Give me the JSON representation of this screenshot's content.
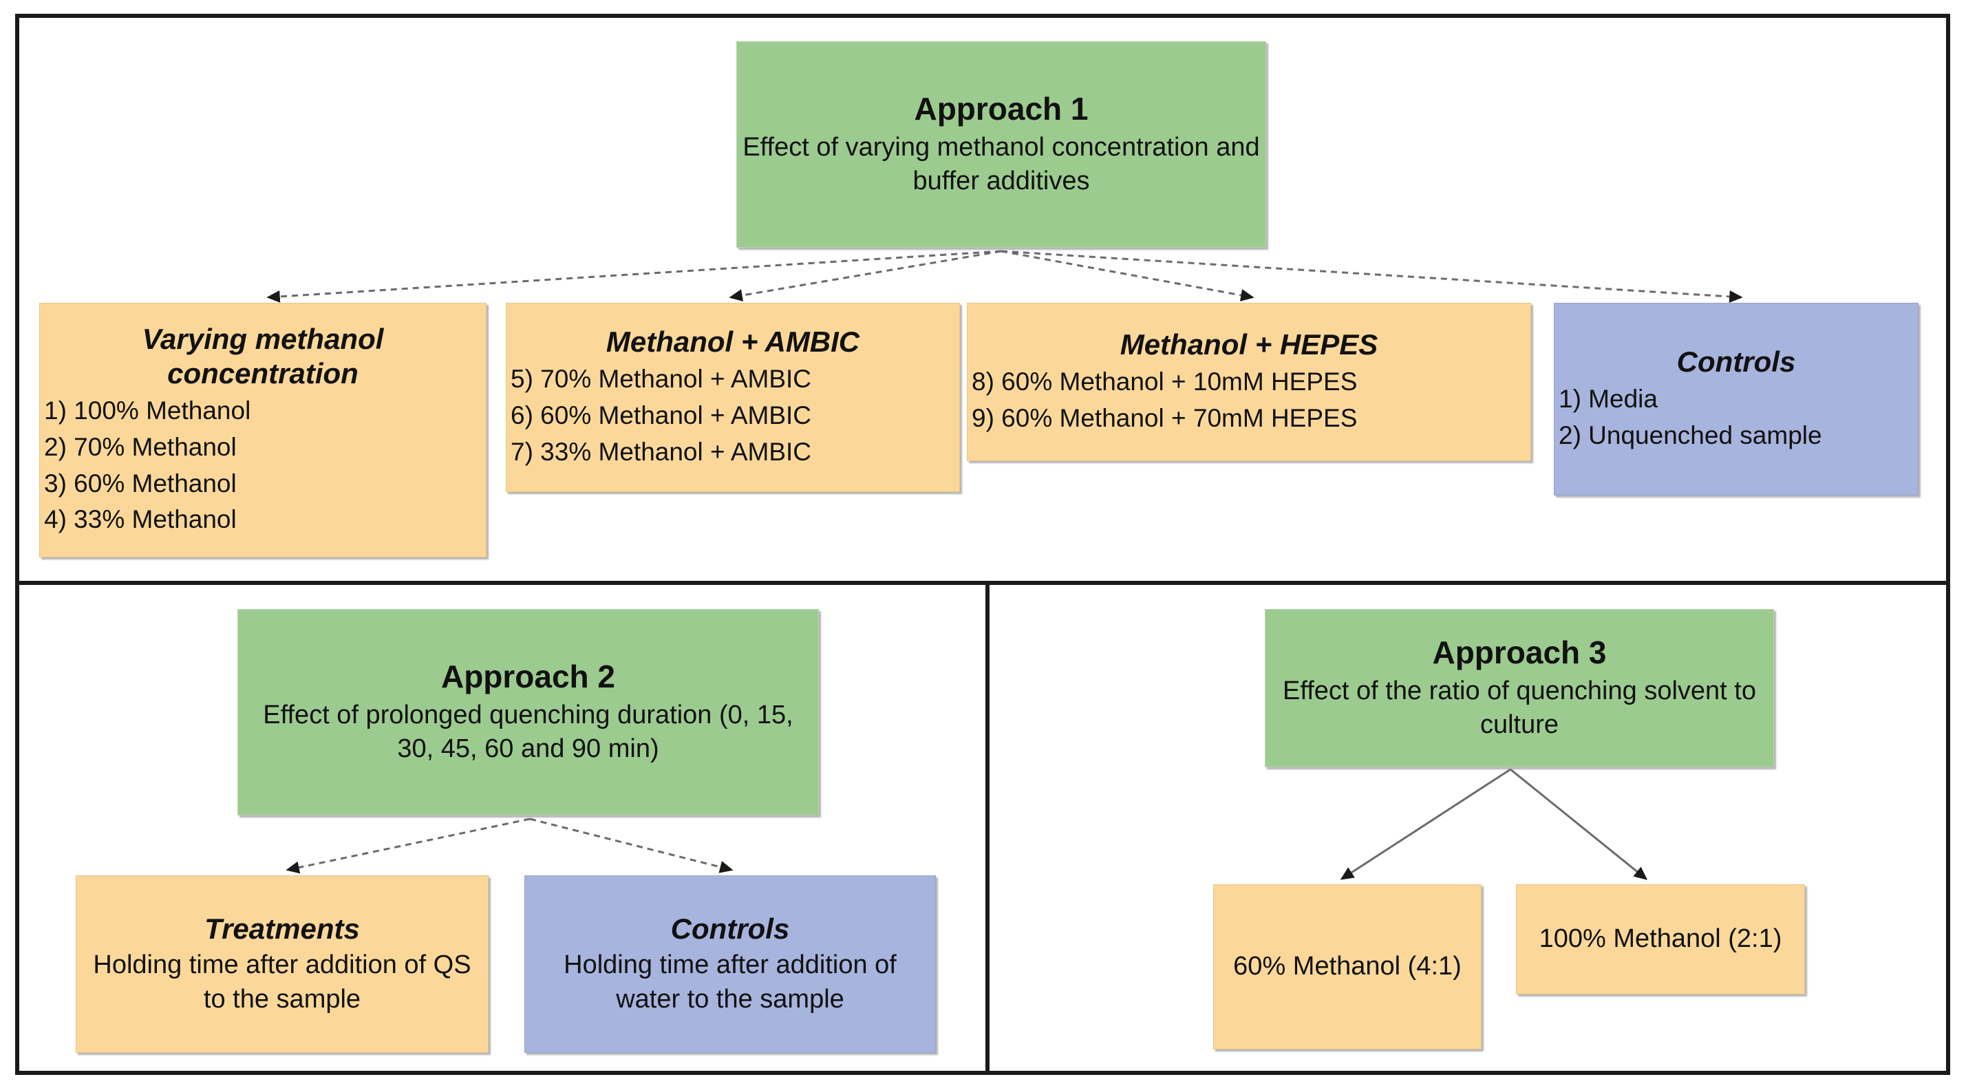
{
  "figure": {
    "panels": [
      {
        "id": "approach-1",
        "header": {
          "title": "Approach 1",
          "subtitle": "Effect of varying methanol concentration and buffer additives",
          "color": "#9ccb8f"
        },
        "children": [
          {
            "id": "varying-methanol",
            "title": "Varying methanol concentration",
            "color": "#fbd89a",
            "items": [
              "1) 100% Methanol",
              "2) 70% Methanol",
              "3) 60% Methanol",
              "4) 33% Methanol"
            ]
          },
          {
            "id": "methanol-ambic",
            "title": "Methanol + AMBIC",
            "color": "#fbd89a",
            "items": [
              "5) 70% Methanol + AMBIC",
              "6) 60% Methanol + AMBIC",
              "7) 33% Methanol + AMBIC"
            ]
          },
          {
            "id": "methanol-hepes",
            "title": "Methanol + HEPES",
            "color": "#fbd89a",
            "items": [
              "8) 60% Methanol + 10mM HEPES",
              "9) 60% Methanol + 70mM HEPES"
            ]
          },
          {
            "id": "controls-1",
            "title": "Controls",
            "color": "#a7b4dd",
            "items": [
              "1) Media",
              "2) Unquenched sample"
            ]
          }
        ]
      },
      {
        "id": "approach-2",
        "header": {
          "title": "Approach 2",
          "subtitle": "Effect of prolonged quenching duration (0, 15, 30, 45, 60 and 90 min)",
          "color": "#9ccb8f"
        },
        "children": [
          {
            "id": "treatments",
            "title": "Treatments",
            "color": "#fbd89a",
            "body": "Holding time after addition of QS to the sample"
          },
          {
            "id": "controls-2",
            "title": "Controls",
            "color": "#a7b4dd",
            "body": "Holding time after addition of water to the sample"
          }
        ]
      },
      {
        "id": "approach-3",
        "header": {
          "title": "Approach 3",
          "subtitle": "Effect of the ratio of quenching solvent to culture",
          "color": "#9ccb8f"
        },
        "children": [
          {
            "id": "ratio-60",
            "body": "60% Methanol (4:1)",
            "color": "#fbd89a"
          },
          {
            "id": "ratio-100",
            "body": "100% Methanol (2:1)",
            "color": "#fbd89a"
          }
        ]
      }
    ]
  }
}
